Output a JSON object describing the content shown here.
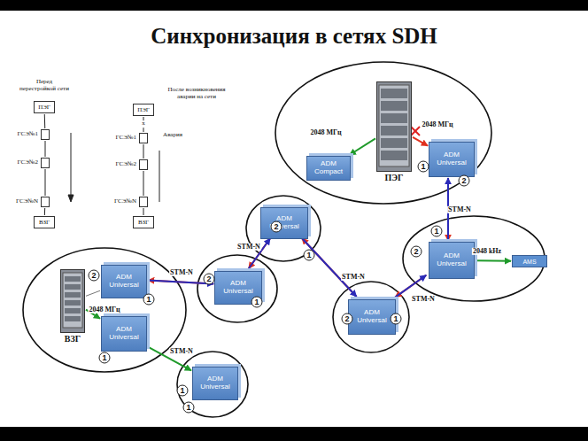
{
  "diagram": {
    "title": "Синхронизация в сетях SDH",
    "nodes": [
      {
        "text": [
          "ПЭГ"
        ]
      },
      {
        "text": [
          "ADM Compact"
        ]
      },
      {
        "text": [
          "ADM Universal"
        ]
      },
      {
        "text": [
          "ADM Universal"
        ]
      },
      {
        "text": [
          "AMS"
        ]
      },
      {
        "text": [
          "ADM Universal"
        ]
      },
      {
        "text": [
          "ADM Universal"
        ]
      },
      {
        "text": [
          "ADM Universal"
        ]
      },
      {
        "text": [
          "ВЗГ"
        ]
      },
      {
        "text": [
          "ADM Universal"
        ]
      },
      {
        "text": [
          "ADM Universal"
        ]
      },
      {
        "text": [
          "ADM Universal"
        ]
      },
      {
        "text": [
          "ПЭГ"
        ]
      },
      {
        "text": [
          "ГСЭ№1"
        ]
      },
      {
        "text": [
          "ГСЭ№2"
        ]
      },
      {
        "text": [
          "ГСЭ№N"
        ]
      },
      {
        "text": [
          "ВЗГ"
        ]
      },
      {
        "text": [
          "ПЭГ"
        ]
      },
      {
        "text": [
          "ГСЭ№1"
        ]
      },
      {
        "text": [
          "ГСЭ№2"
        ]
      },
      {
        "text": [
          "ГСЭ№N"
        ]
      },
      {
        "text": [
          "ВЗГ"
        ]
      }
    ],
    "edges": [
      {
        "from": 0,
        "to": 1,
        "arrow": "to",
        "label": "2048 МГц"
      },
      {
        "from": 0,
        "to": 2,
        "arrow": "to",
        "label": "2048 МГц"
      },
      {
        "from": 2,
        "to": 3,
        "arrow": "to",
        "label": "STM-N"
      },
      {
        "from": 3,
        "to": 2,
        "arrow": "to"
      },
      {
        "from": 3,
        "to": 4,
        "arrow": "to",
        "label": "2048 kHz"
      },
      {
        "from": 3,
        "to": 7,
        "arrow": "to",
        "label": "STM-N"
      },
      {
        "from": 7,
        "to": 3,
        "arrow": "to"
      },
      {
        "from": 7,
        "to": 5,
        "arrow": "to",
        "label": "STM-N"
      },
      {
        "from": 5,
        "to": 7,
        "arrow": "to"
      },
      {
        "from": 5,
        "to": 6,
        "arrow": "to",
        "label": "STM-N"
      },
      {
        "from": 6,
        "to": 5,
        "arrow": "to"
      },
      {
        "from": 6,
        "to": 9,
        "arrow": "to",
        "label": "STM-N"
      },
      {
        "from": 9,
        "to": 6,
        "arrow": "to"
      },
      {
        "from": 8,
        "to": 9,
        "arrow": "none"
      },
      {
        "from": 8,
        "to": 10,
        "arrow": "to",
        "label": "2048 МГц"
      },
      {
        "from": 10,
        "to": 11,
        "arrow": "to",
        "label": "STM-N"
      },
      {
        "from": 12,
        "to": 13,
        "arrow": "none"
      },
      {
        "from": 13,
        "to": 14,
        "arrow": "none"
      },
      {
        "from": 14,
        "to": 15,
        "arrow": "none"
      },
      {
        "from": 15,
        "to": 16,
        "arrow": "none"
      },
      {
        "from": 17,
        "to": 18,
        "arrow": "none"
      },
      {
        "from": 18,
        "to": 19,
        "arrow": "none"
      },
      {
        "from": 19,
        "to": 20,
        "arrow": "none"
      },
      {
        "from": 20,
        "to": 21,
        "arrow": "none"
      }
    ],
    "labels": [
      "Перед перестройкой сети",
      "После возникновения аварии на сети",
      "Авария",
      "x",
      "1",
      "2",
      "1",
      "2",
      "2",
      "1",
      "2",
      "1",
      "2",
      "1",
      "2",
      "1",
      "1",
      "1",
      "1"
    ]
  }
}
